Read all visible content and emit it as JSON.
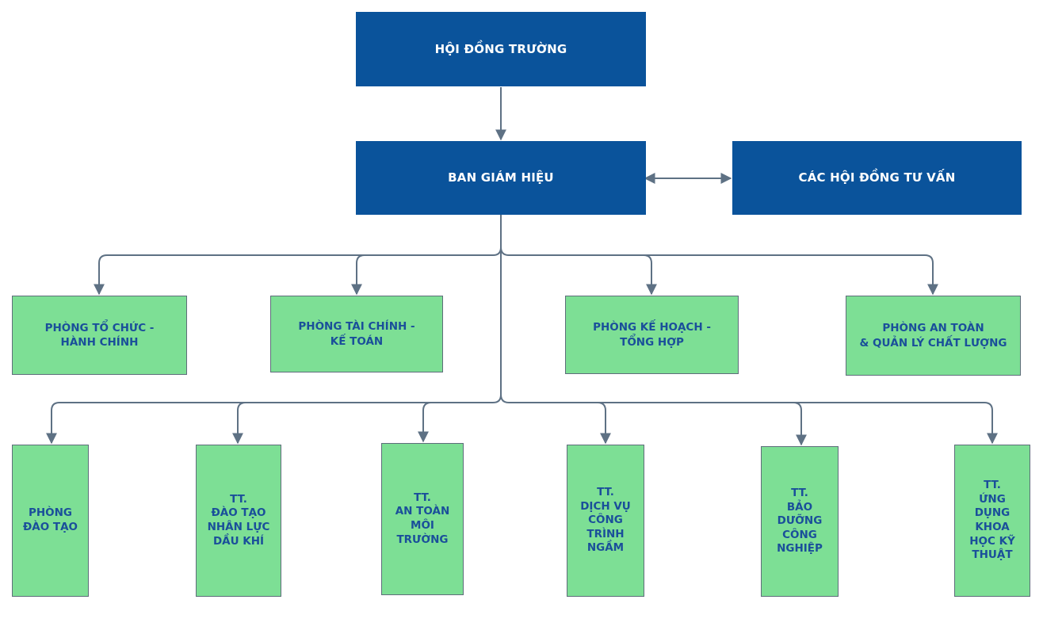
{
  "colors": {
    "top_box": "#0a539b",
    "top_text": "#ffffff",
    "unit_box": "#7ddf95",
    "unit_border": "#5e6d7a",
    "unit_text": "#1a4f9a",
    "connector": "#5e7184"
  },
  "nodes": {
    "board": "HỘI ĐỒNG TRƯỜNG",
    "rectorate": "BAN GIÁM HIỆU",
    "advisory": "CÁC HỘI ĐỒNG TƯ VẤN",
    "dept_admin": "PHÒNG TỔ CHỨC -\nHÀNH CHÍNH",
    "dept_finance": "PHÒNG TÀI CHÍNH -\nKẾ TOÁN",
    "dept_planning": "PHÒNG KẾ HOẠCH -\nTỔNG HỢP",
    "dept_safety": "PHÒNG AN TOÀN\n& QUẢN LÝ CHẤT LƯỢNG",
    "dept_training": "PHÒNG\nĐÀO TẠO",
    "center_petro": "TT.\nĐÀO TẠO\nNHÂN LỰC\nDẦU KHÍ",
    "center_env": "TT.\nAN TOÀN\nMÔI\nTRƯỜNG",
    "center_underground": "TT.\nDỊCH VỤ\nCÔNG\nTRÌNH\nNGẦM",
    "center_maintenance": "TT.\nBẢO\nDƯỠNG\nCÔNG\nNGHIỆP",
    "center_science": "TT.\nỨNG\nDỤNG\nKHOA\nHỌC KỸ\nTHUẬT"
  }
}
